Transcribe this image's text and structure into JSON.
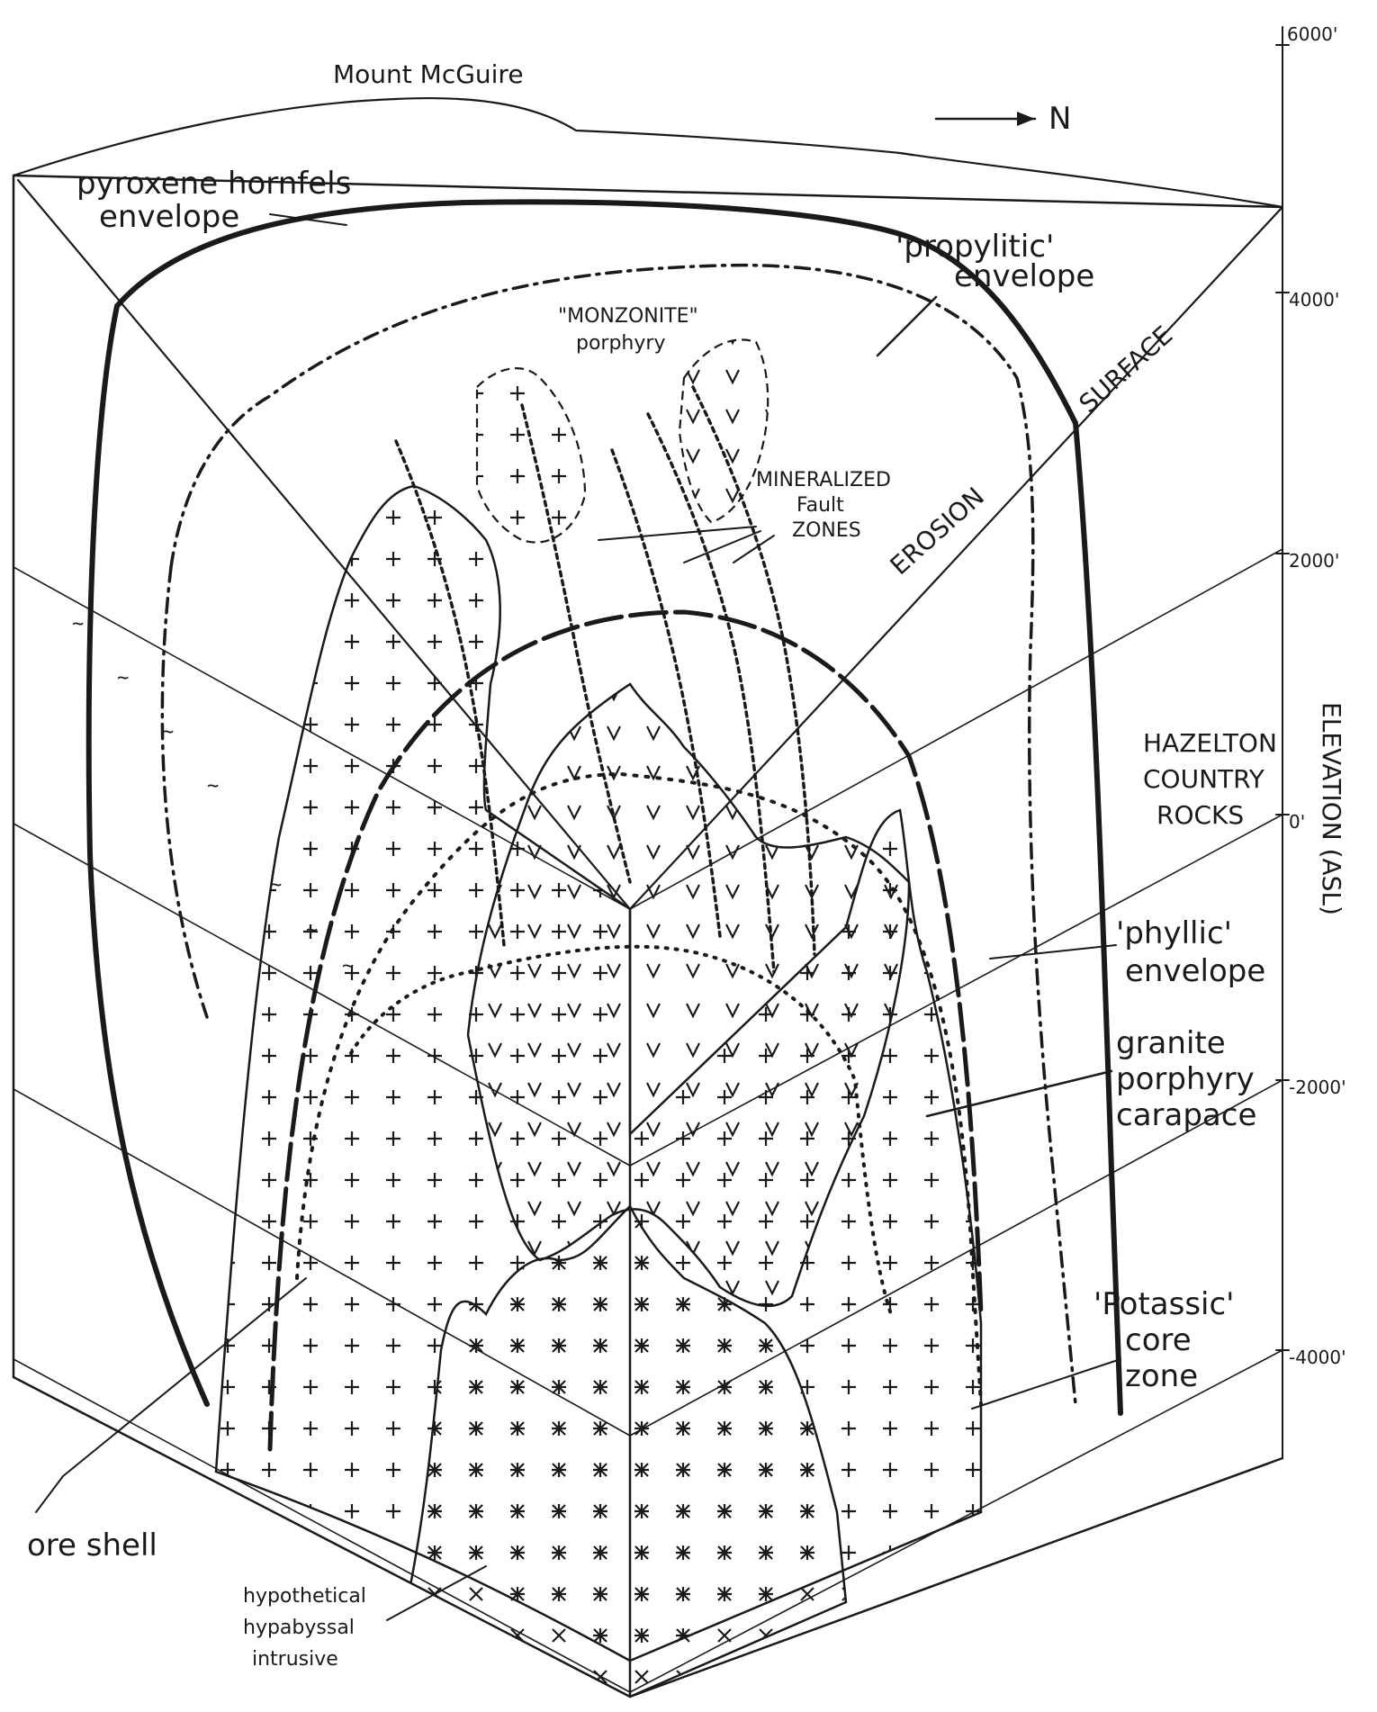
{
  "title": "Mount McGuire",
  "north_arrow": "N",
  "elevation_axis": {
    "label": "ELEVATION (ASL)",
    "ticks": [
      "6000'",
      "4000'",
      "2000'",
      "0'",
      "-2000'",
      "-4000'"
    ]
  },
  "labels": {
    "hornfels": [
      "pyroxene hornfels",
      "envelope"
    ],
    "propylitic": [
      "'propylitic'",
      "envelope"
    ],
    "monzonite": [
      "\"MONZONITE\"",
      "porphyry"
    ],
    "mineralized": [
      "MINERALIZED",
      "Fault",
      "ZONES"
    ],
    "erosion": "EROSION",
    "surface": "SURFACE",
    "country_rocks": [
      "HAZELTON",
      "COUNTRY",
      "ROCKS"
    ],
    "phyllic": [
      "'phyllic'",
      "envelope"
    ],
    "carapace": [
      "granite",
      "porphyry",
      "carapace"
    ],
    "potassic": [
      "'Potassic'",
      "core",
      "zone"
    ],
    "ore_shell": "ore shell",
    "intrusive": [
      "hypothetical",
      "hypabyssal",
      "intrusive"
    ]
  },
  "colors": {
    "ink": "#1a1a1a",
    "paper": "#ffffff"
  }
}
